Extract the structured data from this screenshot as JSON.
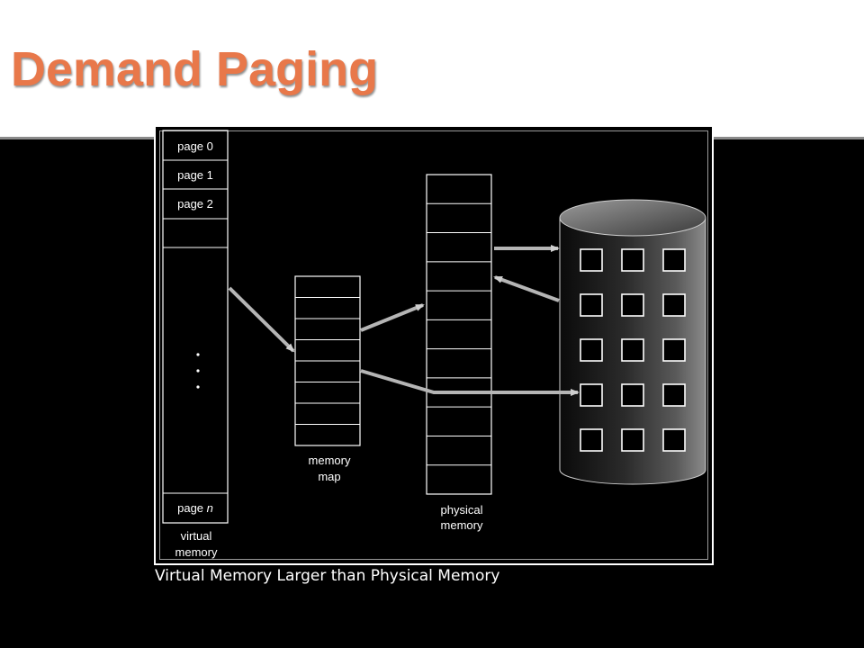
{
  "slide": {
    "title": "Demand Paging",
    "caption": "Virtual Memory Larger than Physical Memory",
    "title_color": "#e8784a",
    "background": "#000000"
  },
  "diagram": {
    "virtual_memory": {
      "pages": [
        "page 0",
        "page 1",
        "page 2"
      ],
      "last_page_prefix": "page ",
      "last_page_var": "n",
      "ellipsis": "⋮",
      "label_line1": "virtual",
      "label_line2": "memory"
    },
    "memory_map": {
      "entries": 8,
      "label_line1": "memory",
      "label_line2": "map"
    },
    "physical_memory": {
      "frames": 11,
      "label_line1": "physical",
      "label_line2": "memory"
    },
    "disk": {
      "rows": 5,
      "cols": 3
    }
  }
}
